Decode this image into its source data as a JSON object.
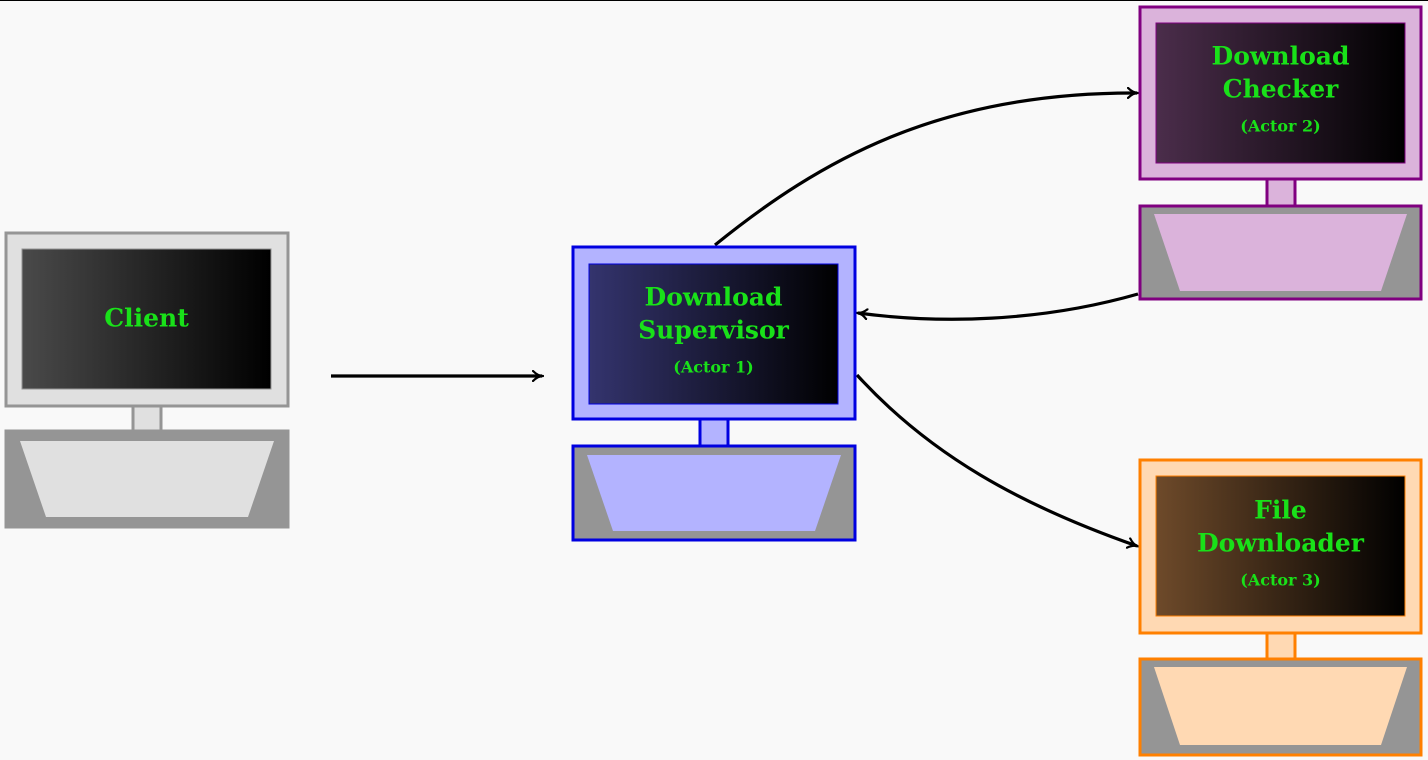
{
  "diagram": {
    "nodes": [
      {
        "id": "client",
        "title_lines": [
          "Client"
        ],
        "subtitle": "",
        "colors": {
          "frame_fill": "#e0e0e0",
          "frame_stroke": "#959595",
          "screen_start": "#4a4a4a",
          "screen_end": "#000000",
          "screen_stroke": "#959595",
          "keyboard_fill": "#e0e0e0",
          "base_fill": "#959595",
          "base_stroke": "#959595"
        }
      },
      {
        "id": "supervisor",
        "title_lines": [
          "Download",
          "Supervisor"
        ],
        "subtitle": "(Actor 1)",
        "colors": {
          "frame_fill": "#b3b3ff",
          "frame_stroke": "#0000e0",
          "screen_start": "#34346e",
          "screen_end": "#000000",
          "screen_stroke": "#0000e0",
          "keyboard_fill": "#b3b3ff",
          "base_fill": "#959595",
          "base_stroke": "#0000e0"
        }
      },
      {
        "id": "checker",
        "title_lines": [
          "Download",
          "Checker"
        ],
        "subtitle": "(Actor 2)",
        "colors": {
          "frame_fill": "#dbb3db",
          "frame_stroke": "#800080",
          "screen_start": "#4b2d4b",
          "screen_end": "#000000",
          "screen_stroke": "#800080",
          "keyboard_fill": "#dbb3db",
          "base_fill": "#959595",
          "base_stroke": "#800080"
        }
      },
      {
        "id": "downloader",
        "title_lines": [
          "File",
          "Downloader"
        ],
        "subtitle": "(Actor 3)",
        "colors": {
          "frame_fill": "#ffd9b3",
          "frame_stroke": "#ff8000",
          "screen_start": "#6e4a2a",
          "screen_end": "#000000",
          "screen_stroke": "#ff8000",
          "keyboard_fill": "#ffd9b3",
          "base_fill": "#959595",
          "base_stroke": "#ff8000"
        }
      }
    ],
    "edges": [
      {
        "from": "client",
        "to": "supervisor"
      },
      {
        "from": "supervisor",
        "to": "checker"
      },
      {
        "from": "checker",
        "to": "supervisor"
      },
      {
        "from": "supervisor",
        "to": "downloader"
      }
    ],
    "arrow_color": "#000000"
  }
}
